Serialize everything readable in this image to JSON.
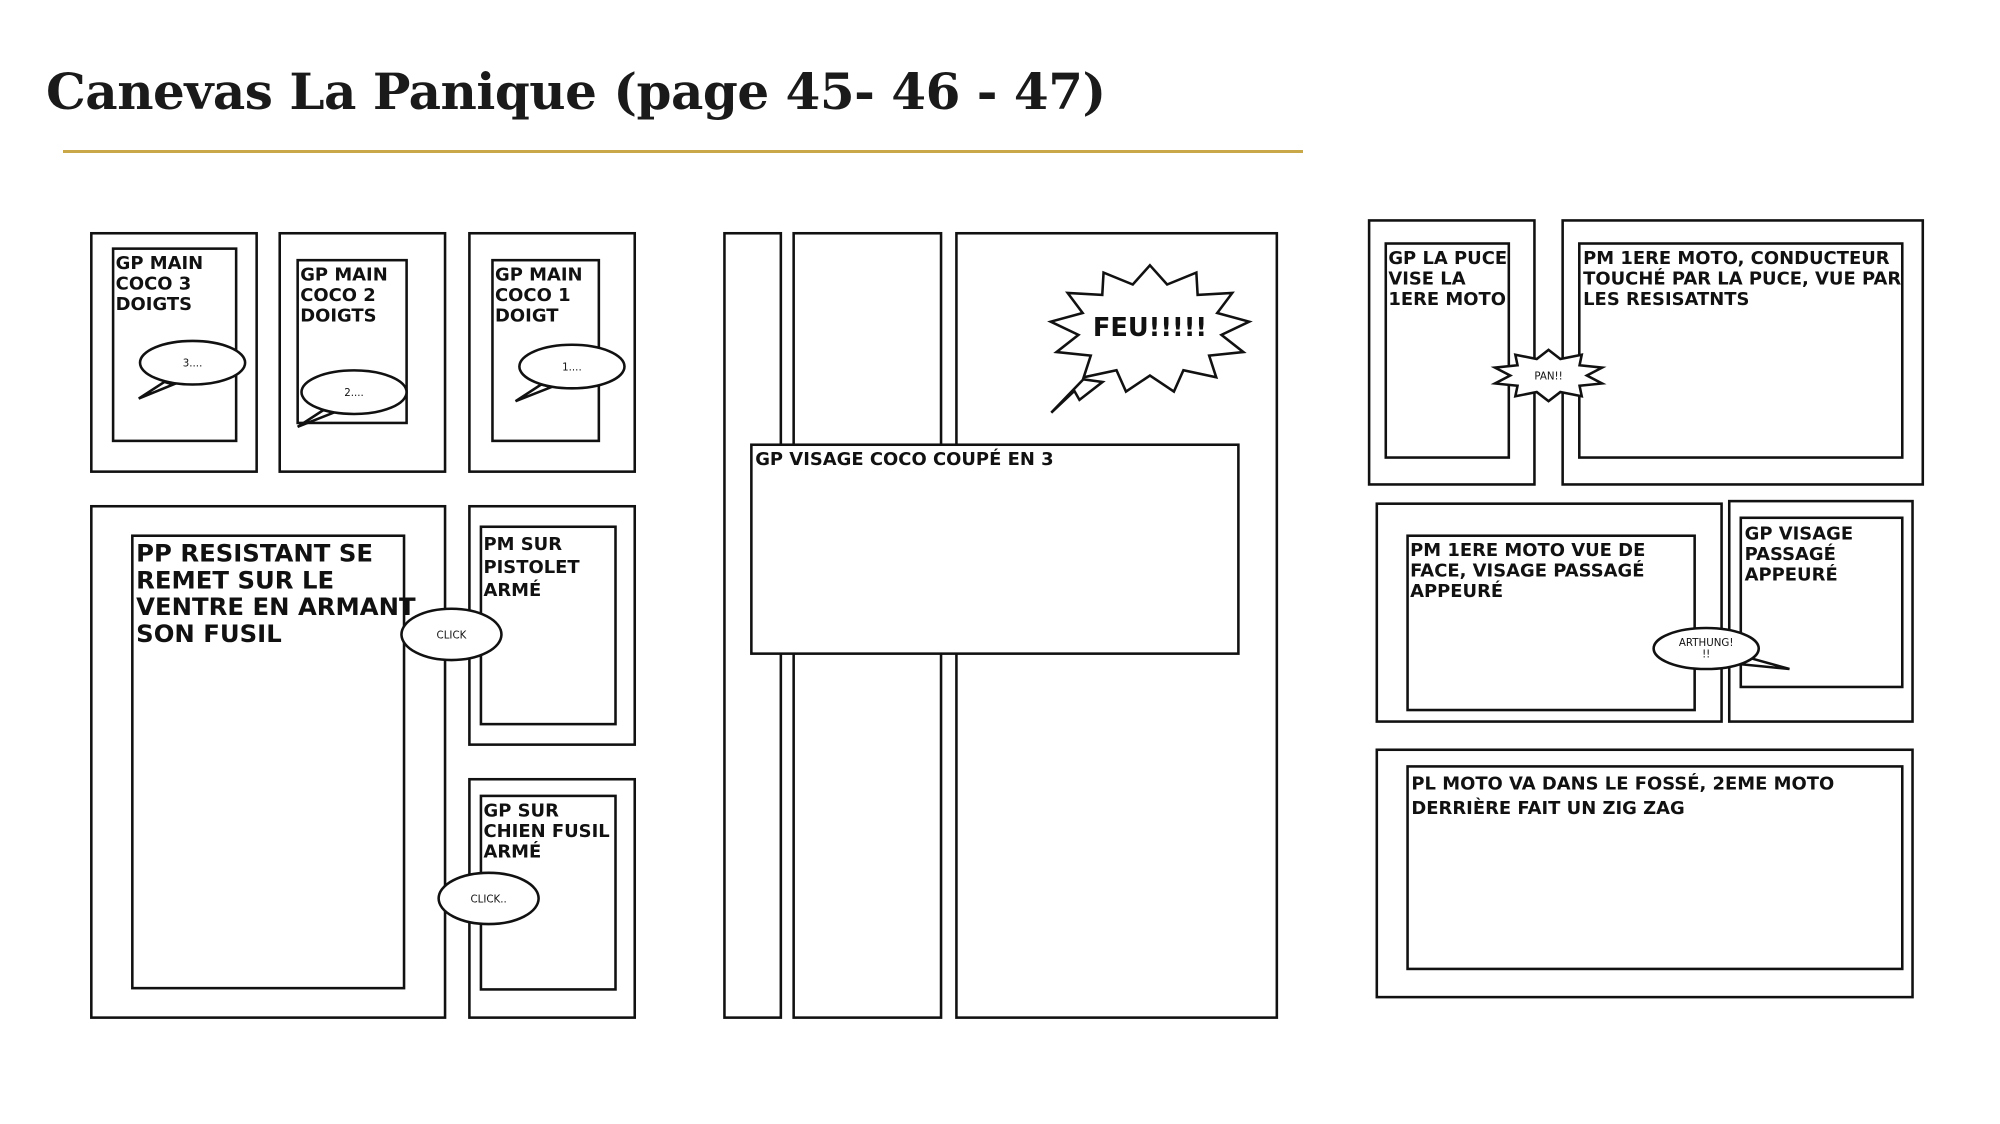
{
  "title": "Canevas La Panique (page 45- 46 - 47)",
  "accent_color": "#c9a84a",
  "page45": {
    "panels": [
      {
        "lines": [
          "GP MAIN",
          "COCO 3",
          "DOIGTS"
        ],
        "bubble": "3...."
      },
      {
        "lines": [
          "GP MAIN",
          "COCO 2",
          "DOIGTS"
        ],
        "bubble": "2...."
      },
      {
        "lines": [
          "GP MAIN",
          "COCO 1",
          "DOIGT"
        ],
        "bubble": "1...."
      },
      {
        "lines": [
          "PP RESISTANT SE",
          "REMET SUR LE",
          "VENTRE EN ARMANT",
          "SON FUSIL"
        ]
      },
      {
        "lines": [
          "PM SUR",
          "PISTOLET",
          "ARMÉ"
        ],
        "sound": "CLICK"
      },
      {
        "lines": [
          "GP SUR",
          "CHIEN FUSIL",
          "ARMÉ"
        ],
        "sound": "CLICK.."
      }
    ]
  },
  "page46": {
    "burst": "FEU!!!!!",
    "panel_text": "GP VISAGE COCO COUPÉ EN 3"
  },
  "page47": {
    "panels": [
      {
        "lines": [
          "GP LA PUCE",
          "VISE LA",
          "1ERE MOTO"
        ]
      },
      {
        "lines": [
          "PM 1ERE MOTO, CONDUCTEUR",
          "TOUCHÉ PAR LA PUCE, VUE PAR",
          "LES RESISATNTS"
        ]
      },
      {
        "lines": [
          "PM 1ERE MOTO VUE DE",
          "FACE, VISAGE PASSAGÉ",
          "APPEURÉ"
        ]
      },
      {
        "lines": [
          "GP VISAGE",
          "PASSAGÉ",
          "APPEURÉ"
        ]
      },
      {
        "lines": [
          "PL MOTO VA DANS LE FOSSÉ, 2EME MOTO",
          "DERRIÈRE FAIT UN ZIG ZAG"
        ]
      }
    ],
    "pan": "PAN!!",
    "arthung": [
      "ARTHUNG!",
      "!!"
    ]
  }
}
